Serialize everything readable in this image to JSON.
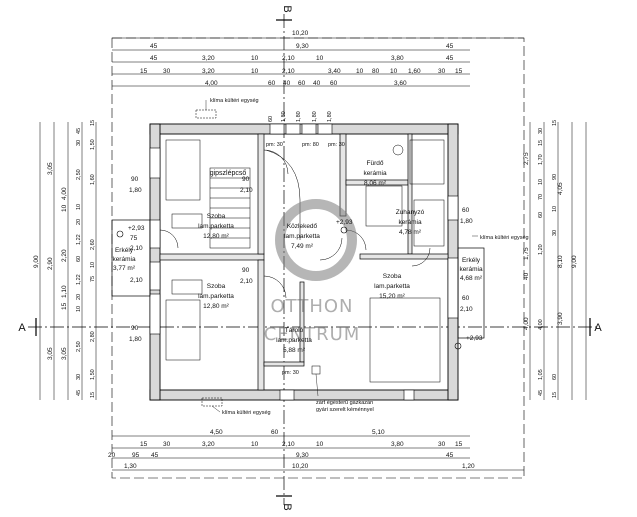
{
  "dimensions": {
    "top_total": "10,20",
    "top_row1": [
      "45",
      "9,30",
      "45"
    ],
    "top_row2": [
      "45",
      "3,20",
      "10",
      "2,10",
      "10",
      "3,80",
      "45"
    ],
    "top_row3": [
      "15",
      "30",
      "3,20",
      "10",
      "2,10",
      "3,40",
      "10",
      "80",
      "10",
      "1,60",
      "30",
      "15"
    ],
    "top_row4": [
      "4,00",
      "60",
      "40",
      "60",
      "40",
      "60",
      "3,60"
    ],
    "top_vertical": [
      "60",
      "1,80",
      "1,80",
      "1,80",
      "1,80"
    ],
    "bottom_row1": [
      "4,50",
      "60",
      "5,10"
    ],
    "bottom_row2": [
      "15",
      "30",
      "3,20",
      "10",
      "2,10",
      "10",
      "3,80",
      "30",
      "15"
    ],
    "bottom_row3": [
      "20",
      "95",
      "45",
      "9,30",
      "45"
    ],
    "bottom_row4": [
      "1,30",
      "10,20",
      "1,20"
    ],
    "left_outer": "9,00",
    "left_col2": [
      "3,05",
      "2,90",
      "3,05"
    ],
    "left_col3": [
      "4,00",
      "10",
      "2,20",
      "1,10",
      "15",
      "3,05"
    ],
    "left_col4": [
      "45",
      "30",
      "2,50",
      "10",
      "20",
      "1,22",
      "60",
      "1,22",
      "20",
      "10",
      "2,50",
      "30",
      "45"
    ],
    "left_col5": [
      "15",
      "1,50",
      "1,60",
      "2,60",
      "10",
      "75",
      "2,80",
      "1,50",
      "15"
    ],
    "right_outer": "9,00",
    "right_col2": [
      "4,05",
      "8,10",
      "3,90"
    ],
    "right_col3": [
      "2,75",
      "1,75",
      "40",
      "4,00"
    ],
    "right_col4": [
      "30",
      "15",
      "1,70",
      "10",
      "70",
      "60",
      "1,20",
      "4,00",
      "1,05",
      "45"
    ],
    "right_col5": [
      "15",
      "90",
      "10",
      "30",
      "60",
      "15"
    ]
  },
  "axis_labels": {
    "top": "B",
    "bottom": "B",
    "left": "A",
    "right": "A"
  },
  "rooms": [
    {
      "name": "gipszlépcső"
    },
    {
      "name": "Szoba",
      "floor": "lam.parketta",
      "area": "12,80 m²"
    },
    {
      "name": "Szoba",
      "floor": "lam.parketta",
      "area": "12,80 m²"
    },
    {
      "name": "Közlekedő",
      "floor": "lam.parketta",
      "area": "7,49 m²"
    },
    {
      "name": "Fürdő",
      "floor": "kerámia",
      "area": "8,06 m²"
    },
    {
      "name": "Zuhanyzó",
      "floor": "kerámia",
      "area": "4,78 m²"
    },
    {
      "name": "Szoba",
      "floor": "lam.parketta",
      "area": "15,20 m²"
    },
    {
      "name": "Tároló",
      "floor": "lam.parketta",
      "area": "5,88 m²"
    },
    {
      "name": "Erkély",
      "floor": "kerámia",
      "area": "4,68 m²"
    },
    {
      "name": "Erkély",
      "floor": "kerámia",
      "area": "3,77 m²"
    }
  ],
  "openings": {
    "door_pm30": "pm: 30",
    "door_pm80": "pm: 80",
    "win_90": "90",
    "win_180": "1,80",
    "win_210": "2,10",
    "win_75": "75",
    "win_60": "60"
  },
  "levels": [
    "+2,93",
    "+2,93",
    "+2,93"
  ],
  "annotations": {
    "klima_top": "klíma kültéri egység",
    "klima_bottom": "klíma kültéri egység",
    "klima_right": "klíma kültéri egység",
    "chimney": "zárt égésterű gázkazán\ngyári szerelt kéménnyel"
  },
  "watermark": {
    "line1": "OTTHON",
    "line2": "CENTRUM"
  }
}
